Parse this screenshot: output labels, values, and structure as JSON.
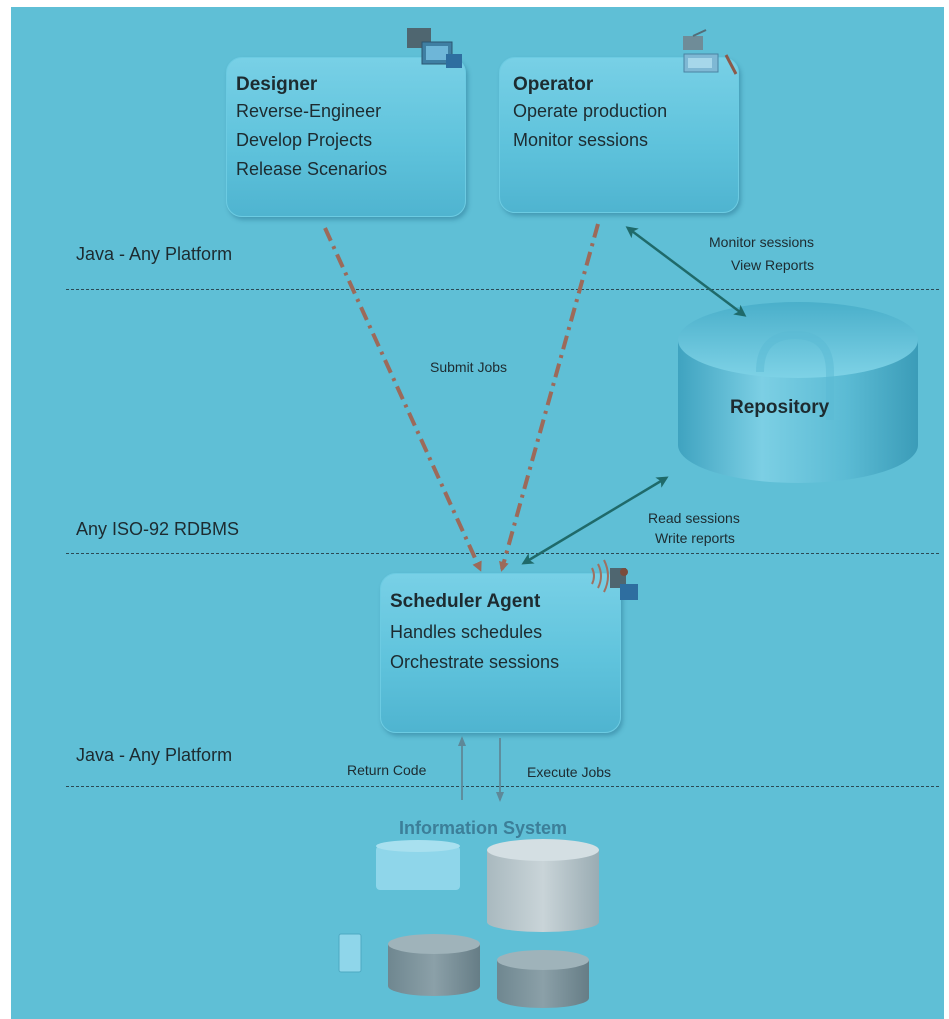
{
  "layers": {
    "top": "Java - Any Platform",
    "middle": "Any ISO-92 RDBMS",
    "bottom": "Java - Any Platform"
  },
  "designer": {
    "title": "Designer",
    "lines": [
      "Reverse-Engineer",
      "Develop Projects",
      "Release Scenarios"
    ]
  },
  "operator": {
    "title": "Operator",
    "lines": [
      "Operate production",
      "Monitor sessions"
    ]
  },
  "repository": {
    "label": "Repository"
  },
  "scheduler": {
    "title": "Scheduler Agent",
    "lines": [
      "Handles schedules",
      "Orchestrate sessions"
    ]
  },
  "information_system": {
    "title": "Information System"
  },
  "connections": {
    "submit_jobs": "Submit Jobs",
    "monitor": [
      "Monitor sessions",
      "View Reports"
    ],
    "read_write": [
      "Read sessions",
      "Write reports"
    ],
    "return_code": "Return Code",
    "execute_jobs": "Execute Jobs"
  },
  "icons": {
    "designer": "designer-workstation-icon",
    "operator": "operator-console-icon",
    "scheduler": "scheduler-agent-icon"
  },
  "colors": {
    "background": "#5fbfd6",
    "box": "#6ccbe2",
    "dashed_arrow": "#9c6a5a",
    "solid_arrow": "#1f6a6a",
    "thin_arrow": "#5e8898"
  }
}
